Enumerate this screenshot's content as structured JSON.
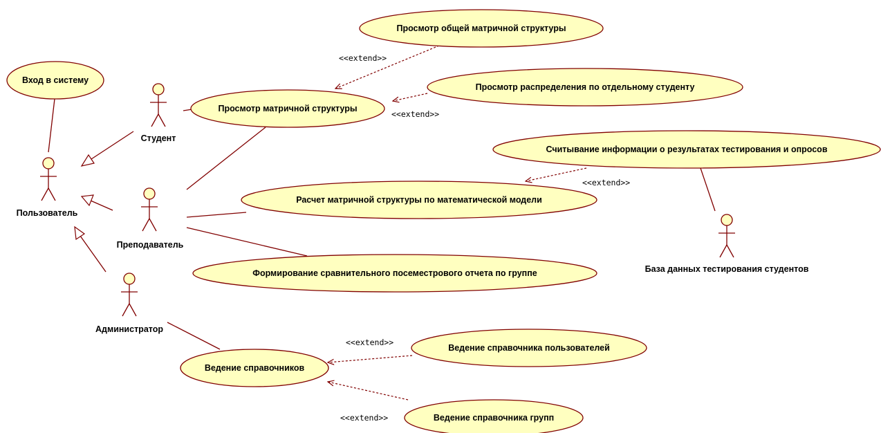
{
  "colors": {
    "ellipse_fill": "#ffffc0",
    "stroke": "#800000",
    "text": "#000000"
  },
  "actors": {
    "user": "Пользователь",
    "student": "Студент",
    "teacher": "Преподаватель",
    "admin": "Администратор",
    "db": "База данных тестирования студентов"
  },
  "use_cases": {
    "login": "Вход в систему",
    "view_general": "Просмотр общей матричной структуры",
    "view_distribution": "Просмотр распределения по отдельному студенту",
    "view_matrix": "Просмотр матричной структуры",
    "read_results": "Считывание информации о результатах тестирования и опросов",
    "calc_matrix": "Расчет матричной структуры по математической модели",
    "report": "Формирование сравнительного посеместрового отчета по группе",
    "directories": "Ведение справочников",
    "users_dir": "Ведение справочника пользователей",
    "groups_dir": "Ведение справочника групп"
  },
  "stereotypes": {
    "s1": "<<extend>>",
    "s2": "<<extend>>",
    "s3": "<<extend>>",
    "s4": "<<extend>>",
    "s5": "<<extend>>"
  }
}
